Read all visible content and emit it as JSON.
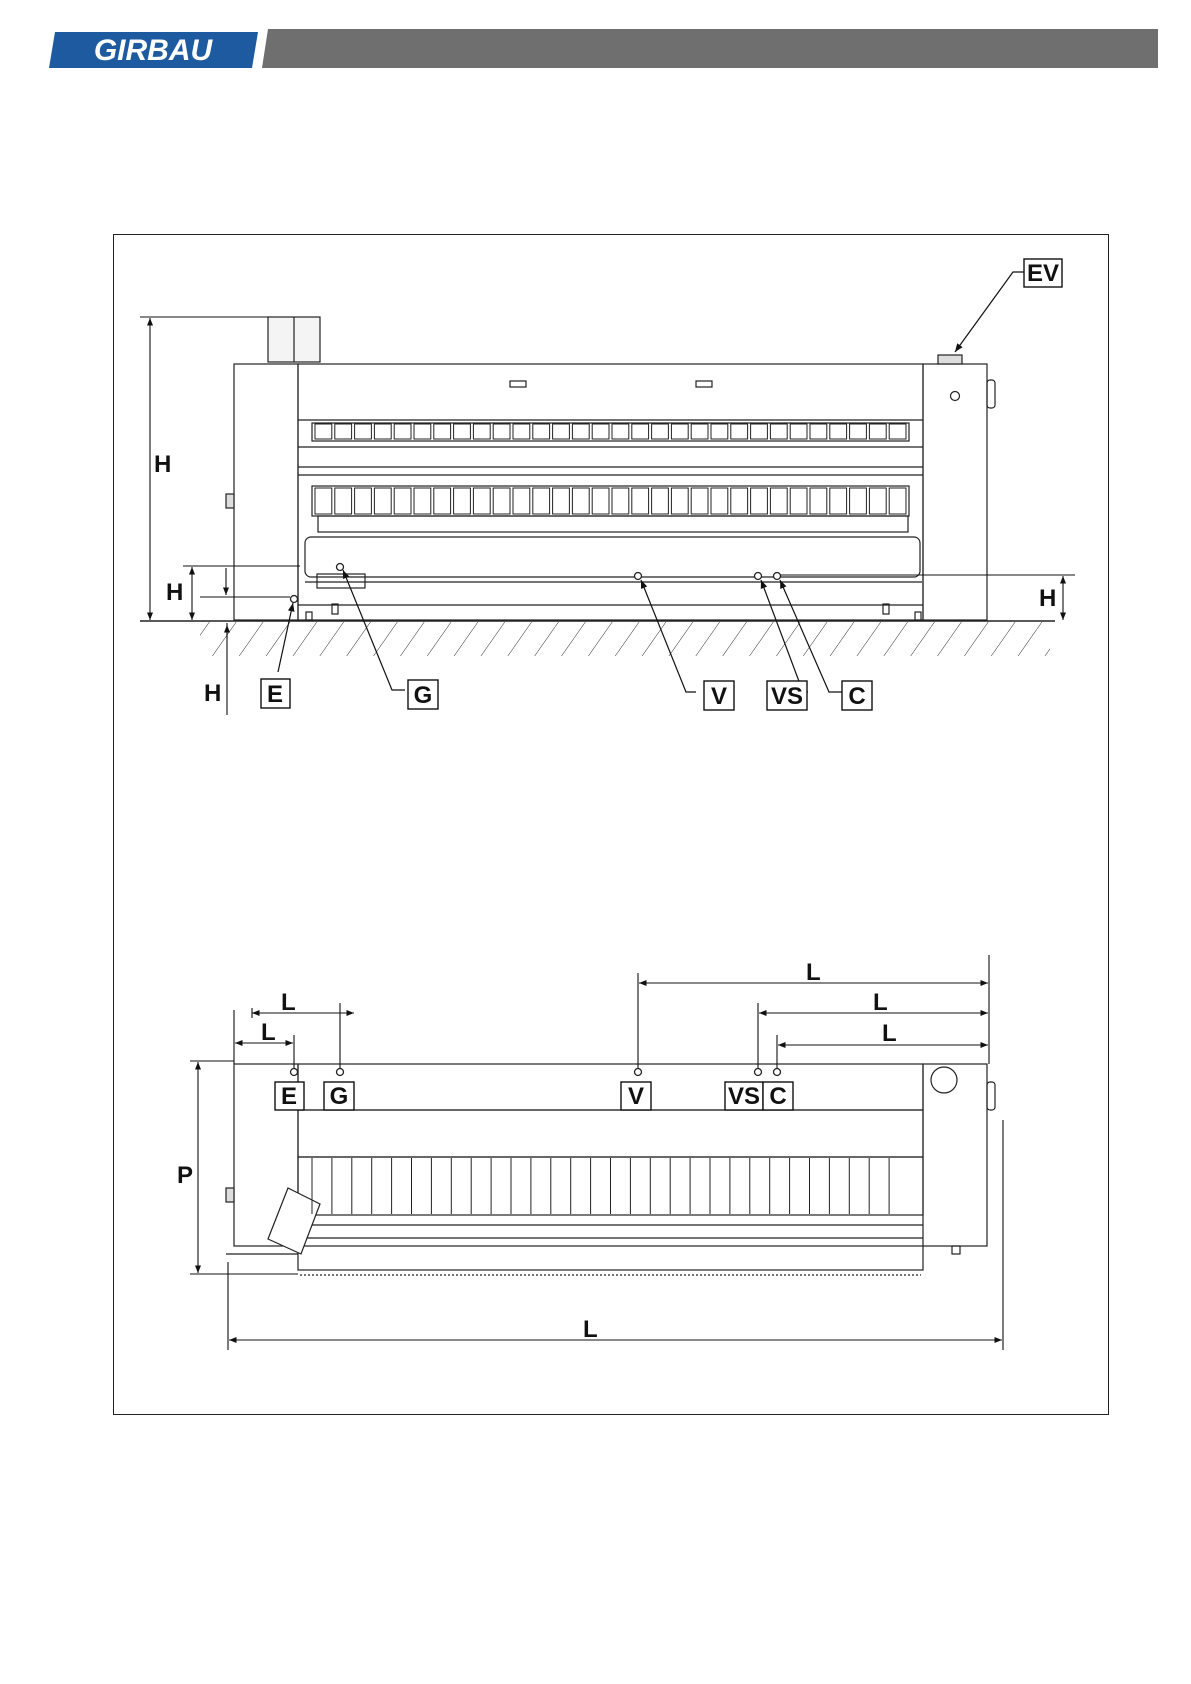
{
  "header": {
    "brand": "GIRBAU",
    "brand_color": "#1e5aa0",
    "bar_color": "#6f6f6f"
  },
  "front_view": {
    "callouts": {
      "ev": "EV",
      "e": "E",
      "g": "G",
      "v": "V",
      "vs": "VS",
      "c": "C"
    },
    "dimensions": {
      "height_total": "H",
      "height_left_conn": "H",
      "height_below_floor": "H",
      "height_right_conn": "H"
    }
  },
  "top_view": {
    "callouts": {
      "e": "E",
      "g": "G",
      "v": "V",
      "vs": "VS",
      "c": "C"
    },
    "dimensions": {
      "l_to_v": "L",
      "l_to_vs": "L",
      "l_to_c": "L",
      "l_to_g": "L",
      "l_to_e": "L",
      "depth": "P",
      "length_total": "L"
    }
  }
}
